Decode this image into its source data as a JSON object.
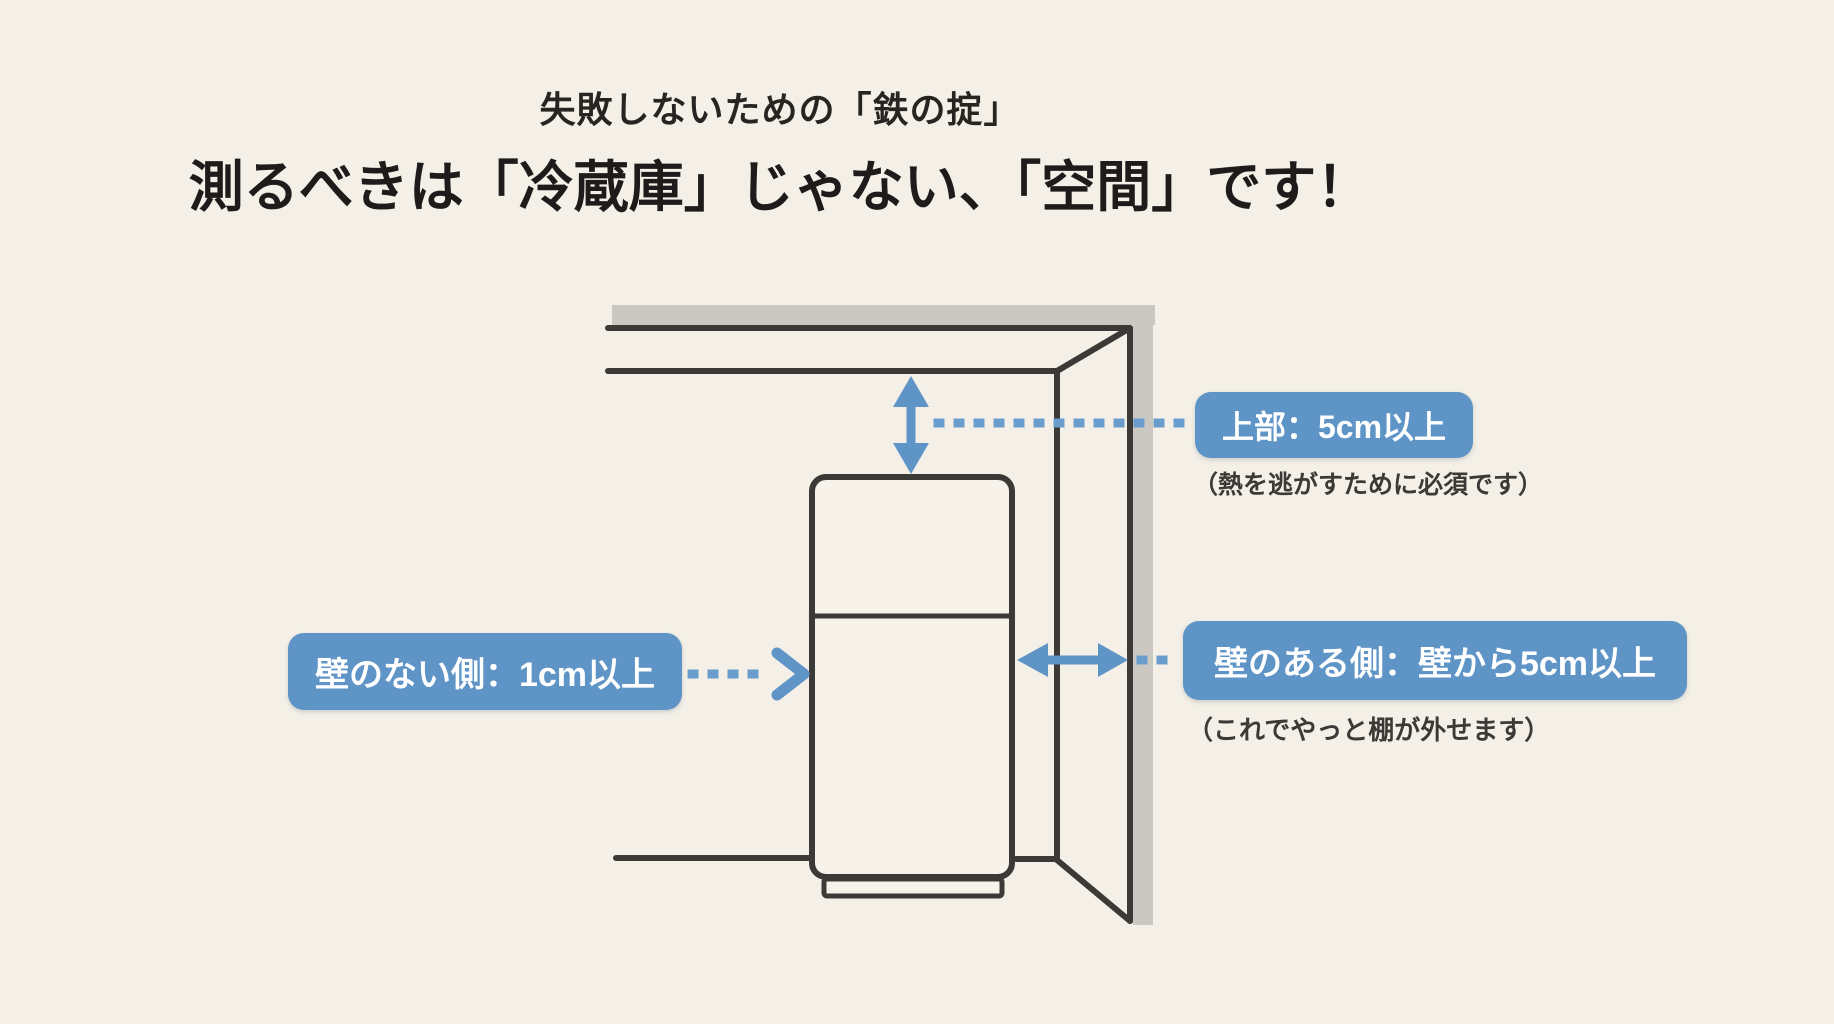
{
  "header": {
    "subtitle": "失敗しないための「鉄の掟」",
    "title": "測るべきは「冷蔵庫」じゃない、「空間」です！"
  },
  "annotations": {
    "top_clearance": {
      "label": "上部：5cm以上",
      "note": "（熱を逃がすために必須です）"
    },
    "wall_side_clearance": {
      "label": "壁のある側：壁から5cm以上",
      "note": "（これでやっと棚が外せます）"
    },
    "open_side_clearance": {
      "label": "壁のない側：1cm以上"
    }
  },
  "colors": {
    "background": "#f4f0e7",
    "accent_blue": "#5f94c6",
    "dotted_blue": "#6b9cce",
    "line_dark": "#3b3a37",
    "wall_gray": "#cbc8c2",
    "fridge_fill": "#f7f3eb",
    "label_text": "#ffffff",
    "note_text": "#3b3a36"
  }
}
